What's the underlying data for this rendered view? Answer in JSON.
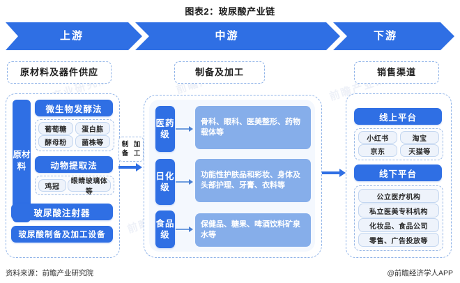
{
  "title": "图表2：玻尿酸产业链",
  "banner": {
    "segments": [
      {
        "label": "上游"
      },
      {
        "label": "中游"
      },
      {
        "label": "下游"
      }
    ],
    "color": "#2f6fe4"
  },
  "upstream": {
    "header": "原材料及器件供应",
    "vertical_label": "原材料",
    "methods": [
      {
        "name": "微生物发酵法",
        "items": [
          "葡萄糖",
          "蛋白胨",
          "酵母粉",
          "菌株等"
        ]
      },
      {
        "name": "动物提取法",
        "items": [
          "鸡冠",
          "眼睛玻璃体等"
        ]
      }
    ],
    "devices": [
      "玻尿酸注射器",
      "玻尿酸制备及加工设备"
    ]
  },
  "connector": {
    "label_line1": "制备",
    "label_line2": "加工"
  },
  "midstream": {
    "header": "制备及加工",
    "grades": [
      {
        "tag": "医药级",
        "content": "骨科、眼科、医美整形、药物载体等"
      },
      {
        "tag": "日化级",
        "content": "功能性护肤品和彩妆、身体及头部护理、牙膏、衣料等"
      },
      {
        "tag": "食品级",
        "content": "保健品、糖果、啤酒饮料矿泉水等"
      }
    ]
  },
  "downstream": {
    "header": "销售渠道",
    "channels": [
      {
        "name": "线上平台",
        "items": [
          "小红书",
          "淘宝",
          "京东",
          "天猫等"
        ]
      },
      {
        "name": "线下平台",
        "items": [
          "公立医疗机构",
          "私立医美专科机构",
          "化妆品、食品公司",
          "零售、广告投放等"
        ]
      }
    ]
  },
  "footer": {
    "source": "资料来源：前瞻产业研究院",
    "brand": "@前瞻经济学人APP"
  },
  "watermarks": {
    "main": "前瞻产业研究院",
    "small": "前瞻产业研究院"
  }
}
